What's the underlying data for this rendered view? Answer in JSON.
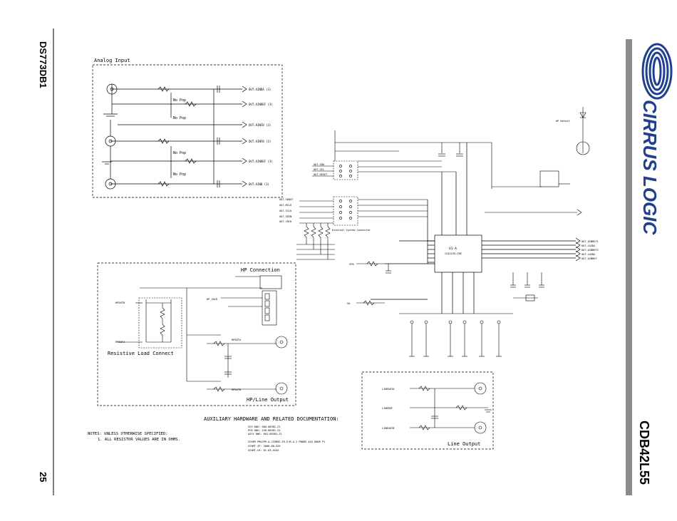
{
  "doc": {
    "code": "DS773DB1",
    "page_number": "25",
    "board": "CDB42L55",
    "brand": "CIRRUS LOGIC"
  },
  "sections": {
    "analog_input": "Analog Input",
    "hp_connection": "HP Connection",
    "resistive_load": "Resistive Load Connect",
    "hp_line_output": "HP/Line Output",
    "line_output": "Line Output",
    "aux_title": "AUXILIARY HARDWARE AND RELATED DOCUMENTATION:",
    "external_system": "External System Connector"
  },
  "notes": {
    "title": "NOTES: UNLESS OTHERWISE SPECIFIED:",
    "item1": "1. ALL RESISTOR VALUES ARE IN OHMS."
  },
  "aux_lines": [
    "SCH DWG: 600-00381-Z1",
    "PCB DWG: 240-00381-Z1",
    "ASSY DWG: 601-00381-Z1",
    "SCHEM-PROJPR-A-CIRRUS-P4-E/B-A-2 PN085 445 0008 P1",
    "SCHMT.IP: 3000-00-XXX",
    "SCHMT.LR: 01-03-XXXX"
  ],
  "analog_labels": [
    "OUT.AINDA (3)",
    "OUT.AINREF (3)",
    "OUT.AINCB (3)",
    "OUT.AINFB (3)",
    "OUT.AINREF (3)",
    "OUT.AINB (3)"
  ],
  "left_port_labels": [
    "OUT.SDA",
    "OUT.SCL",
    "OUT.RESET",
    "OUT.SDOUT",
    "OUT.MCLK",
    "OUT.SCLK",
    "OUT.SDIN",
    "OUT.LRCK"
  ],
  "right_out_labels": [
    "OUT.AINREF1",
    "OUT.LAIN1",
    "OUT.AINREF2",
    "OUT.LAIN2",
    "OUT.AINREF"
  ],
  "misc_labels": {
    "codec": "U1-A",
    "codec_part": "CS42L55-CNZ",
    "no_pop": "No Pop",
    "hp_detect": "HP Detect",
    "vpfb": "VFB",
    "va": "VA",
    "hpoutb": "HPOUTB",
    "hpouta": "HPOUTA",
    "hp_jack": "HP_JACK",
    "lineouta": "LINEOUTA",
    "lineoutb": "LINEOUTB",
    "lineref": "LINEREF"
  }
}
